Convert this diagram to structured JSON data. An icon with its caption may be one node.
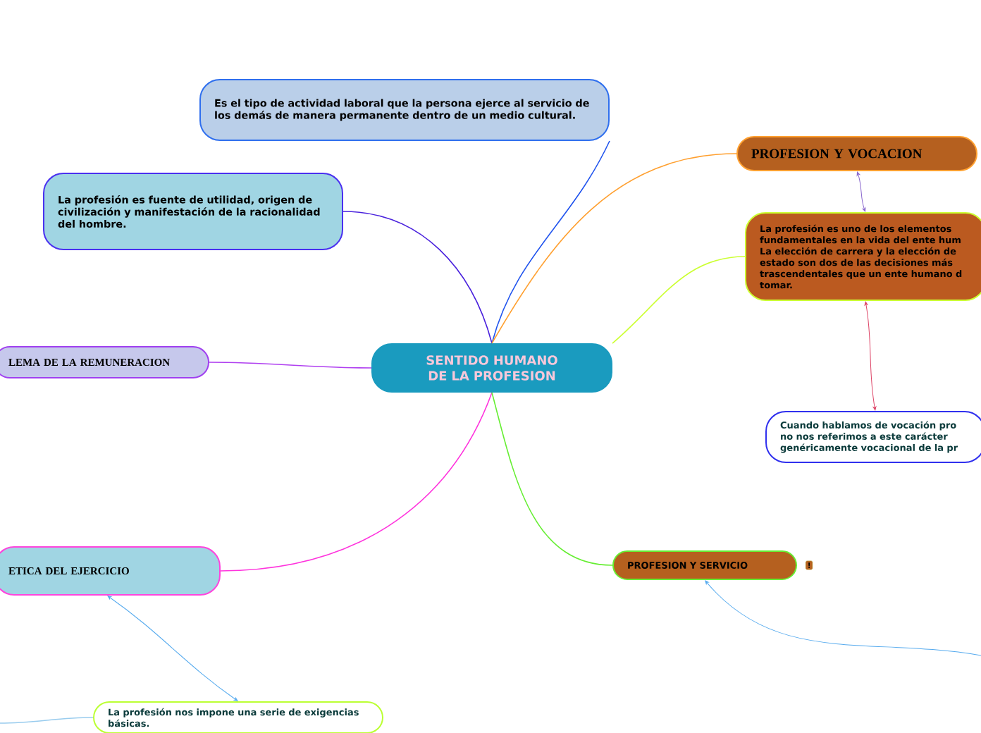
{
  "diagram": {
    "nodes": [
      {
        "text": [
          "SENTIDO HUMANO DE LA PROFESION"
        ]
      },
      {
        "text": [
          "Es el tipo de actividad laboral que la persona ejerce al servicio de los demás de manera permanente dentro de un medio cultural."
        ]
      },
      {
        "text": [
          "La profesión es fuente de utilidad, origen de civilización y manifestación de la racionalidad del hombre."
        ]
      },
      {
        "text": [
          "LEMA DE LA REMUNERACION"
        ]
      },
      {
        "text": [
          "PROFESION Y VOCACION"
        ]
      },
      {
        "text": [
          "La profesión es uno de los elementos fundamentales en la vida del ente hum La elección de carrera y la elección de estado son dos de las decisiones más trascendentales que un ente humano d tomar."
        ]
      },
      {
        "text": [
          "Cuando hablamos de vocación pro no nos referimos a este carácter genéricamente vocacional de la pr"
        ]
      },
      {
        "text": [
          "ETICA DEL EJERCICIO"
        ]
      },
      {
        "text": [
          "PROFESION Y SERVICIO"
        ],
        "beside": [
          "!"
        ]
      },
      {
        "text": [
          "La profesión nos impone una serie de exigencias básicas."
        ]
      }
    ],
    "edges": [
      {
        "from": 0,
        "to": 1,
        "arrow": "none",
        "color": "#2255ee"
      },
      {
        "from": 0,
        "to": 2,
        "arrow": "none",
        "color": "#4a22dd"
      },
      {
        "from": 0,
        "to": 3,
        "arrow": "none",
        "color": "#b040f0"
      },
      {
        "from": 0,
        "to": 4,
        "arrow": "none",
        "color": "#ffa030"
      },
      {
        "from": 0,
        "to": 5,
        "arrow": "none",
        "color": "#ccff33"
      },
      {
        "from": 0,
        "to": 7,
        "arrow": "none",
        "color": "#ff33dd"
      },
      {
        "from": 0,
        "to": 8,
        "arrow": "none",
        "color": "#66ee33"
      },
      {
        "from": 4,
        "to": 5,
        "arrow": "both",
        "color": "#8866cc"
      },
      {
        "from": 5,
        "to": 6,
        "arrow": "both",
        "color": "#dd4466"
      },
      {
        "from": 7,
        "to": 9,
        "arrow": "both",
        "color": "#55aaee"
      },
      {
        "from": null,
        "to": 8,
        "arrow": "to",
        "color": "#55aaee"
      },
      {
        "from": null,
        "to": 9,
        "arrow": "none",
        "color": "#99ccee"
      }
    ]
  }
}
